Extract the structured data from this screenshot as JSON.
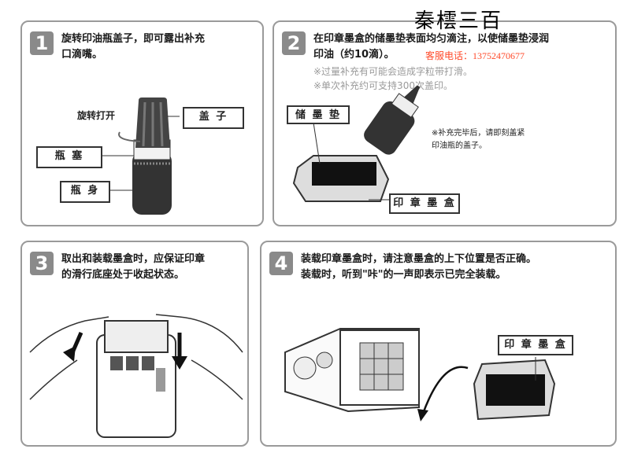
{
  "panel1": {
    "number": "1",
    "text": "旋转印油瓶盖子，即可露出补充\n口滴嘴。",
    "rotate_label": "旋转打开",
    "cap_label": "盖  子",
    "stopper_label": "瓶  塞",
    "body_label": "瓶  身"
  },
  "panel2": {
    "number": "2",
    "text": "在印章墨盒的储墨垫表面均匀滴注，以使储墨垫浸润\n印油（约10滴）。",
    "note1": "※过量补充有可能会造成字粒带打滑。",
    "note2": "※单次补充约可支持300次盖印。",
    "pad_label": "储 墨 垫",
    "side_note": "※补充完毕后，请即刻盖紧\n印油瓶的盖子。",
    "cartridge_label": "印 章 墨 盒"
  },
  "panel3": {
    "number": "3",
    "text": "取出和装载墨盒时，应保证印章\n的滑行底座处于收起状态。"
  },
  "panel4": {
    "number": "4",
    "text": "装载印章墨盒时，请注意墨盒的上下位置是否正确。\n装载时，听到\"咔\"的一声即表示已完全装载。",
    "cartridge_label": "印 章 墨 盒"
  },
  "watermark": {
    "brand": "秦橒三百",
    "contact": "客服电话：13752470677"
  }
}
